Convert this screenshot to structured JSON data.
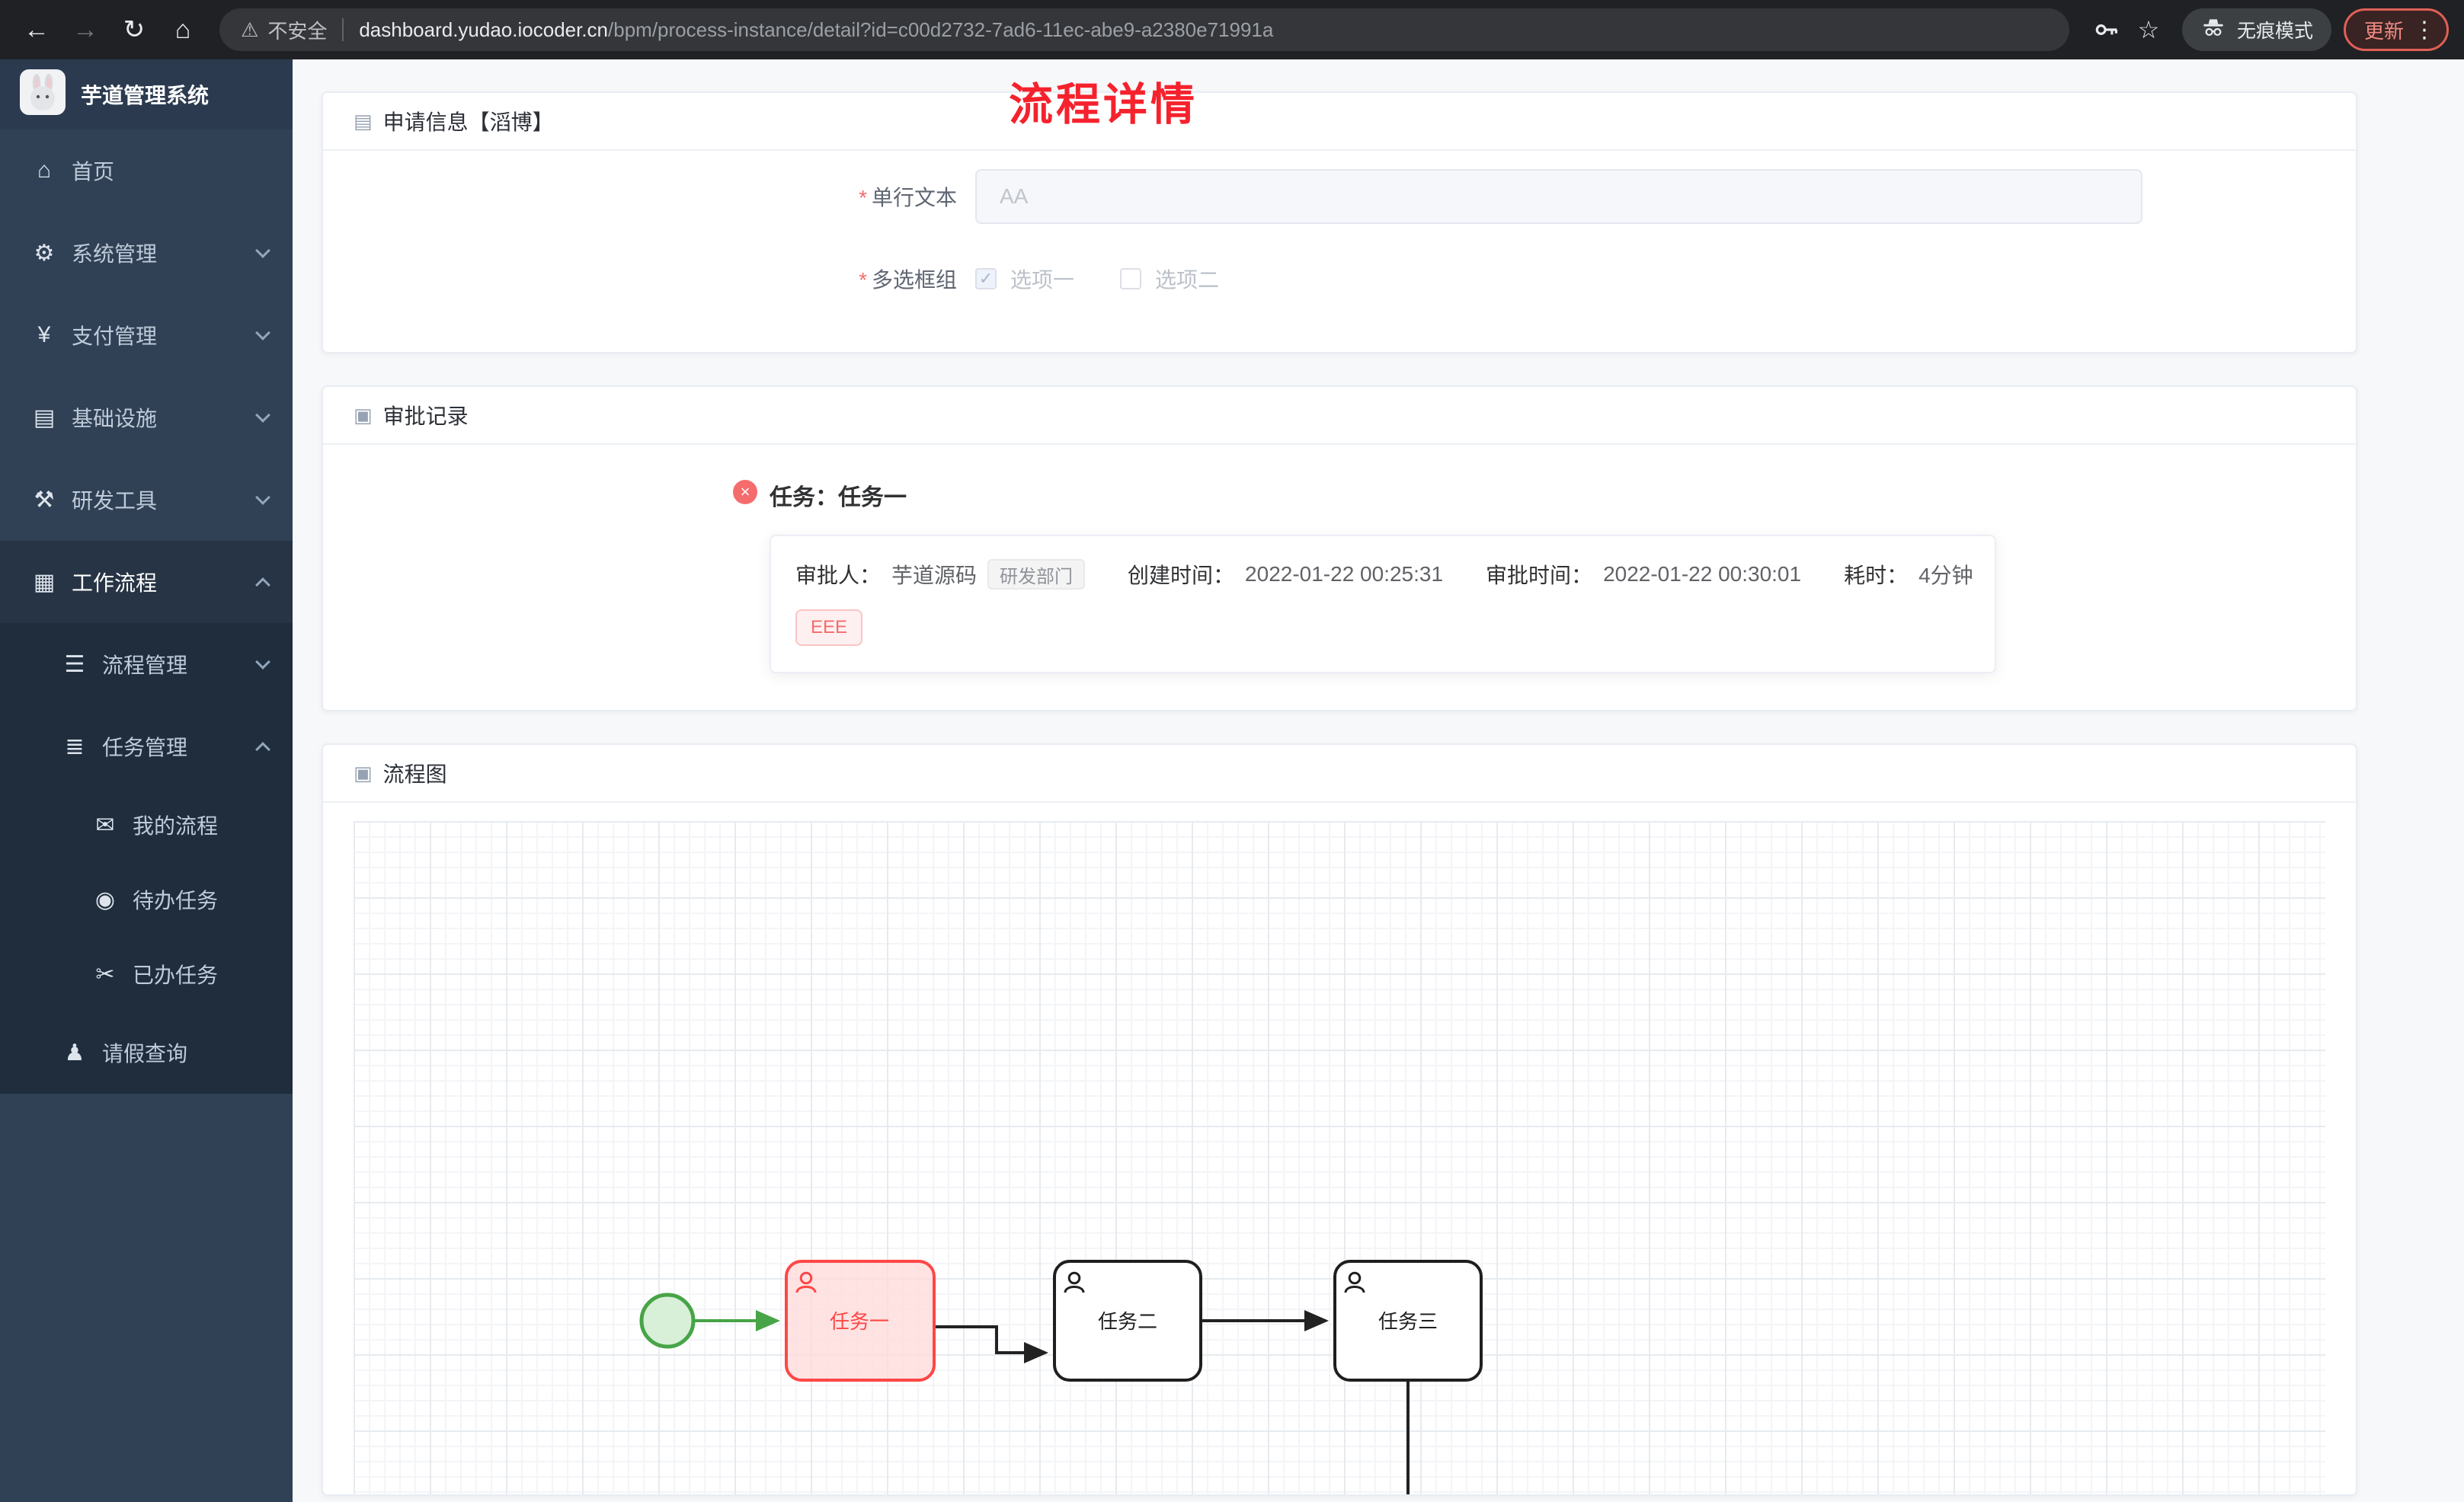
{
  "browser": {
    "security_label": "不安全",
    "url_domain": "dashboard.yudao.iocoder.cn",
    "url_path": "/bpm/process-instance/detail?id=c00d2732-7ad6-11ec-abe9-a2380e71991a",
    "incognito_label": "无痕模式",
    "update_label": "更新"
  },
  "icons": {
    "back": "←",
    "forward": "→",
    "reload": "↻",
    "home": "⌂",
    "warning": "⚠",
    "star": "☆",
    "dots": "⋮",
    "document": "▤",
    "record": "▣",
    "diagram": "▣",
    "check": "✓",
    "close": "×"
  },
  "sidebar": {
    "app_title": "芋道管理系统",
    "items": [
      {
        "label": "首页",
        "icon": "⌂"
      },
      {
        "label": "系统管理",
        "icon": "⚙"
      },
      {
        "label": "支付管理",
        "icon": "¥"
      },
      {
        "label": "基础设施",
        "icon": "▤"
      },
      {
        "label": "研发工具",
        "icon": "⚒"
      },
      {
        "label": "工作流程",
        "icon": "▦"
      },
      {
        "label": "流程管理",
        "icon": "☰"
      },
      {
        "label": "任务管理",
        "icon": "≣"
      },
      {
        "label": "我的流程",
        "icon": "✉"
      },
      {
        "label": "待办任务",
        "icon": "◉"
      },
      {
        "label": "已办任务",
        "icon": "✂"
      },
      {
        "label": "请假查询",
        "icon": "♟"
      }
    ]
  },
  "page": {
    "title": "流程详情"
  },
  "apply_card": {
    "header": "申请信息【滔博】",
    "required_mark": "*",
    "text_label": "单行文本",
    "text_value": "AA",
    "checkbox_label": "多选框组",
    "option1": "选项一",
    "option2": "选项二"
  },
  "approval_card": {
    "header": "审批记录",
    "task_title": "任务：任务一",
    "approver_label": "审批人：",
    "approver_name": "芋道源码",
    "dept_tag": "研发部门",
    "created_label": "创建时间：",
    "created_time": "2022-01-22 00:25:31",
    "approved_label": "审批时间：",
    "approved_time": "2022-01-22 00:30:01",
    "duration_label": "耗时：",
    "duration_value": "4分钟",
    "comment_tag": "EEE"
  },
  "diagram_card": {
    "header": "流程图",
    "nodes": [
      {
        "label": "任务一",
        "state": "active"
      },
      {
        "label": "任务二",
        "state": "normal"
      },
      {
        "label": "任务三",
        "state": "normal"
      }
    ]
  },
  "colors": {
    "accent_red": "#f5222d",
    "sidebar_bg": "#304156",
    "submenu_bg": "#1f2d3d",
    "active_task_red": "#ff4646",
    "start_green": "#47a447",
    "danger": "#f56c6c"
  }
}
